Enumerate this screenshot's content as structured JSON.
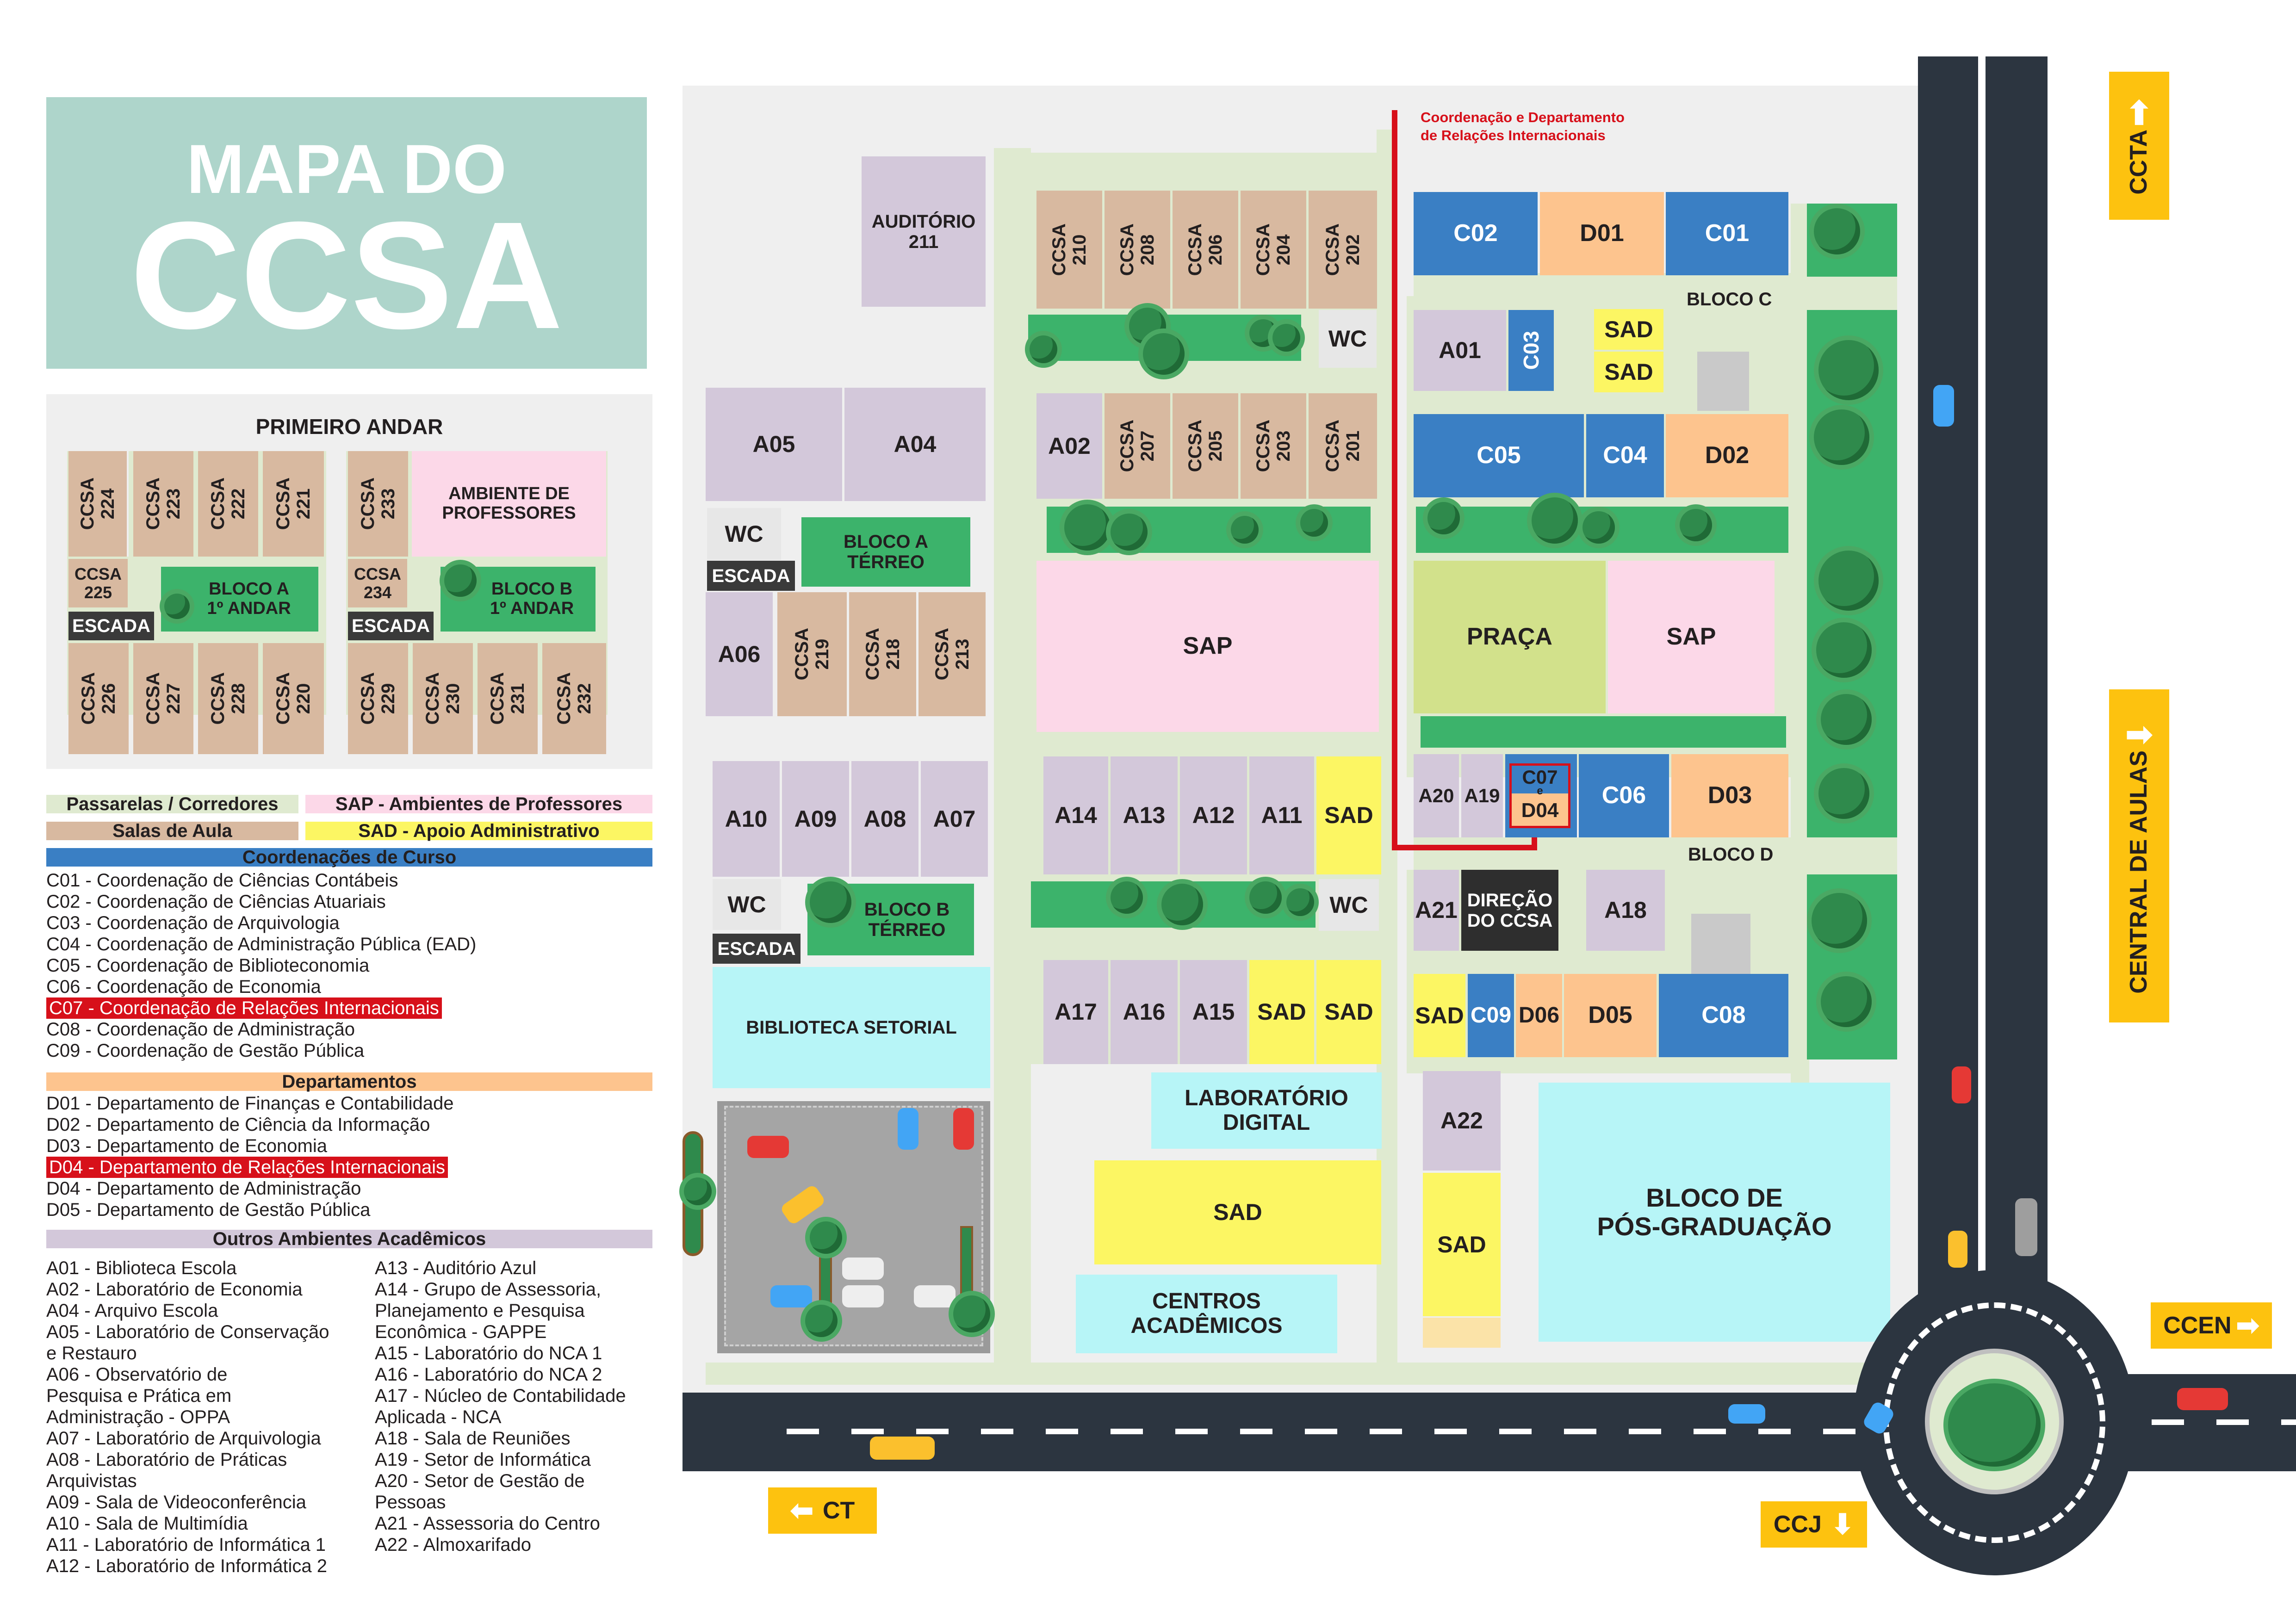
{
  "title": {
    "line1": "MAPA DO",
    "line2": "CCSA"
  },
  "first_floor": {
    "heading": "PRIMEIRO ANDAR",
    "rooms_top_a": [
      "CCSA\n224",
      "CCSA\n223",
      "CCSA\n222",
      "CCSA\n221"
    ],
    "room_225": "CCSA\n225",
    "bloco_a": "BLOCO A\n1º ANDAR",
    "escada": "ESCADA",
    "rooms_bottom_a": [
      "CCSA\n226",
      "CCSA\n227",
      "CCSA\n228",
      "CCSA\n220"
    ],
    "room_233": "CCSA\n233",
    "ambiente": "AMBIENTE DE\nPROFESSORES",
    "room_234": "CCSA\n234",
    "bloco_b": "BLOCO B\n1º ANDAR",
    "rooms_bottom_b": [
      "CCSA\n229",
      "CCSA\n230",
      "CCSA\n231",
      "CCSA\n232"
    ]
  },
  "legend": {
    "passarelas": "Passarelas / Corredores",
    "sap": "SAP - Ambientes de Professores",
    "salas": "Salas de Aula",
    "sad": "SAD - Apoio Administrativo",
    "coord_heading": "Coordenações de Curso",
    "coords": [
      "C01 - Coordenação de Ciências Contábeis",
      "C02 - Coordenação de Ciências Atuariais",
      "C03 - Coordenação de Arquivologia",
      "C04 - Coordenação de Administração Pública (EAD)",
      "C05 - Coordenação de Biblioteconomia",
      "C06 - Coordenação de Economia",
      "C07 - Coordenação de Relações Internacionais",
      "C08 - Coordenação de Administração",
      "C09 - Coordenação de Gestão Pública"
    ],
    "dept_heading": "Departamentos",
    "depts": [
      "D01 - Departamento de Finanças e Contabilidade",
      "D02 - Departamento de Ciência da Informação",
      "D03 - Departamento de Economia",
      "D04 - Departamento de Relações Internacionais",
      "D04 - Departamento de Administração",
      "D05 - Departamento de Gestão Pública"
    ],
    "outros_heading": "Outros Ambientes Acadêmicos",
    "outros_left": [
      "A01 - Biblioteca Escola",
      "A02 - Laboratório de Economia",
      "A04 - Arquivo Escola",
      "A05 - Laboratório de Conservação",
      "         e Restauro",
      "A06 - Observatório de",
      "         Pesquisa e Prática em",
      "         Administração - OPPA",
      "A07 - Laboratório de Arquivologia",
      "A08 - Laboratório de Práticas",
      "         Arquivistas",
      "A09 - Sala de Videoconferência",
      "A10 - Sala de Multimídia",
      "A11 - Laboratório de Informática 1",
      "A12 - Laboratório de Informática 2"
    ],
    "outros_right": [
      "A13 - Auditório Azul",
      "A14 - Grupo de Assessoria,",
      "         Planejamento e Pesquisa",
      "         Econômica - GAPPE",
      "A15 - Laboratório do NCA 1",
      "A16 - Laboratório do NCA 2",
      "A17 - Núcleo de Contabilidade",
      "         Aplicada - NCA",
      "A18 - Sala de Reuniões",
      "A19 - Setor de Informática",
      "A20 - Setor de Gestão de",
      "         Pessoas",
      "A21 - Assessoria do Centro",
      "A22 - Almoxarifado"
    ]
  },
  "map": {
    "auditorio": "AUDITÓRIO\n211",
    "row1_rooms": [
      "CCSA\n210",
      "CCSA\n208",
      "CCSA\n206",
      "CCSA\n204",
      "CCSA\n202"
    ],
    "row2_rooms": [
      "CCSA\n207",
      "CCSA\n205",
      "CCSA\n203",
      "CCSA\n201"
    ],
    "row3_rooms": [
      "CCSA\n219",
      "CCSA\n218",
      "CCSA\n213"
    ],
    "wc": "WC",
    "escada": "ESCADA",
    "a05": "A05",
    "a04": "A04",
    "a02": "A02",
    "a06": "A06",
    "bloco_a_terreo": "BLOCO A\nTÉRREO",
    "bloco_b_terreo": "BLOCO B\nTÉRREO",
    "sap": "SAP",
    "a10": "A10",
    "a09": "A09",
    "a08": "A08",
    "a07": "A07",
    "a14": "A14",
    "a13": "A13",
    "a12": "A12",
    "a11": "A11",
    "sad": "SAD",
    "biblioteca": "BIBLIOTECA SETORIAL",
    "a17": "A17",
    "a16": "A16",
    "a15": "A15",
    "lab_digital": "LABORATÓRIO\nDIGITAL",
    "centros": "CENTROS\nACADÊMICOS",
    "coord_callout": "Coordenação e Departamento\nde Relações Internacionais",
    "c02": "C02",
    "d01": "D01",
    "c01": "C01",
    "bloco_c": "BLOCO C",
    "a01": "A01",
    "c03": "C03",
    "c05": "C05",
    "c04": "C04",
    "d02": "D02",
    "praca": "PRAÇA",
    "a20": "A20",
    "a19": "A19",
    "c07": "C07",
    "e": "e",
    "d04": "D04",
    "c06": "C06",
    "d03": "D03",
    "bloco_d": "BLOCO D",
    "a21": "A21",
    "direcao": "DIREÇÃO\nDO CCSA",
    "a18": "A18",
    "c09": "C09",
    "d06": "D06",
    "d05": "D05",
    "c08": "C08",
    "a22": "A22",
    "pos": "BLOCO DE\nPÓS-GRADUAÇÃO"
  },
  "signs": {
    "ccta": "CCTA",
    "central": "CENTRAL DE AULAS",
    "ccen": "CCEN",
    "ct": "CT",
    "ccj": "CCJ"
  },
  "colors": {
    "path": "#dfead0",
    "classroom": "#d8b9a0",
    "sap": "#fcd8e8",
    "sad": "#fcf663",
    "coord": "#3a7fc4",
    "dept": "#fdc48e",
    "outros": "#d3c8da",
    "highlight": "#d7101a",
    "title_bg": "#aed5cb",
    "road": "#2c3540",
    "sign": "#fdc20f"
  }
}
